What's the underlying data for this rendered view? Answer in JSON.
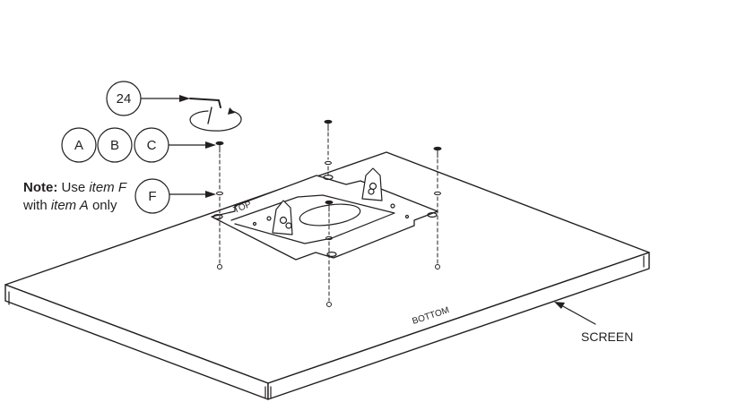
{
  "callouts": {
    "screwdriver": "24",
    "a": "A",
    "b": "B",
    "c": "C",
    "f": "F"
  },
  "note": {
    "prefix": "Note:",
    "text1": " Use ",
    "item_f": "item F",
    "text2": "with ",
    "item_a": "item A",
    "text3": " only"
  },
  "labels": {
    "top": "TOP",
    "bottom": "BOTTOM",
    "screen": "SCREEN"
  },
  "colors": {
    "line": "#231f20",
    "background": "#ffffff"
  }
}
